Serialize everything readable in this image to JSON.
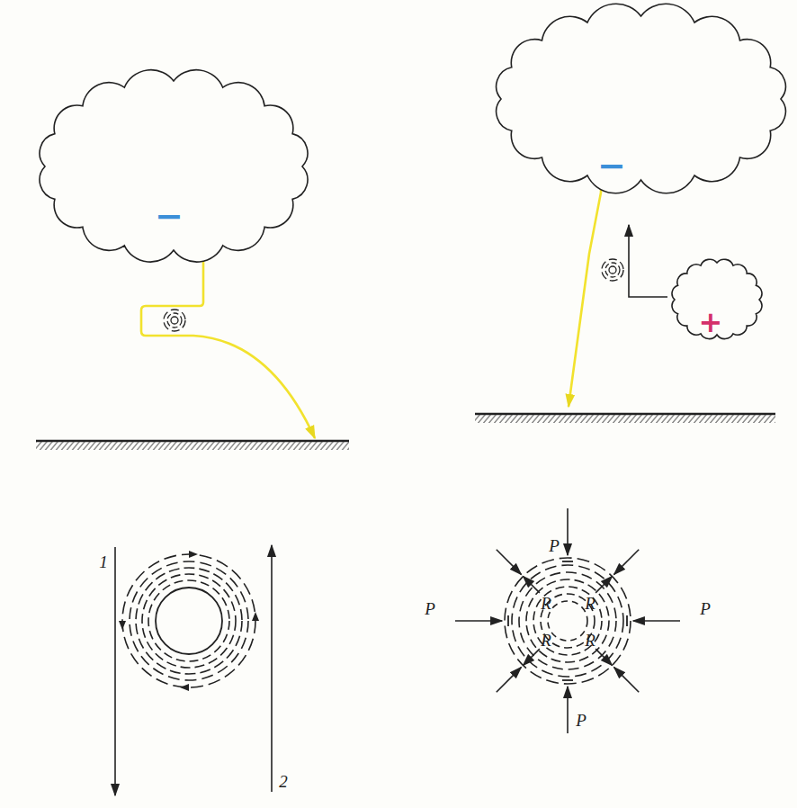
{
  "diagram": {
    "nodes": [
      {
        "text": [
          "−"
        ]
      },
      {
        "text": [
          "−"
        ]
      },
      {
        "text": [
          "+"
        ]
      }
    ],
    "labels": [
      "1",
      "2",
      "P",
      "P",
      "P",
      "P",
      "R",
      "R",
      "R",
      "R"
    ]
  }
}
